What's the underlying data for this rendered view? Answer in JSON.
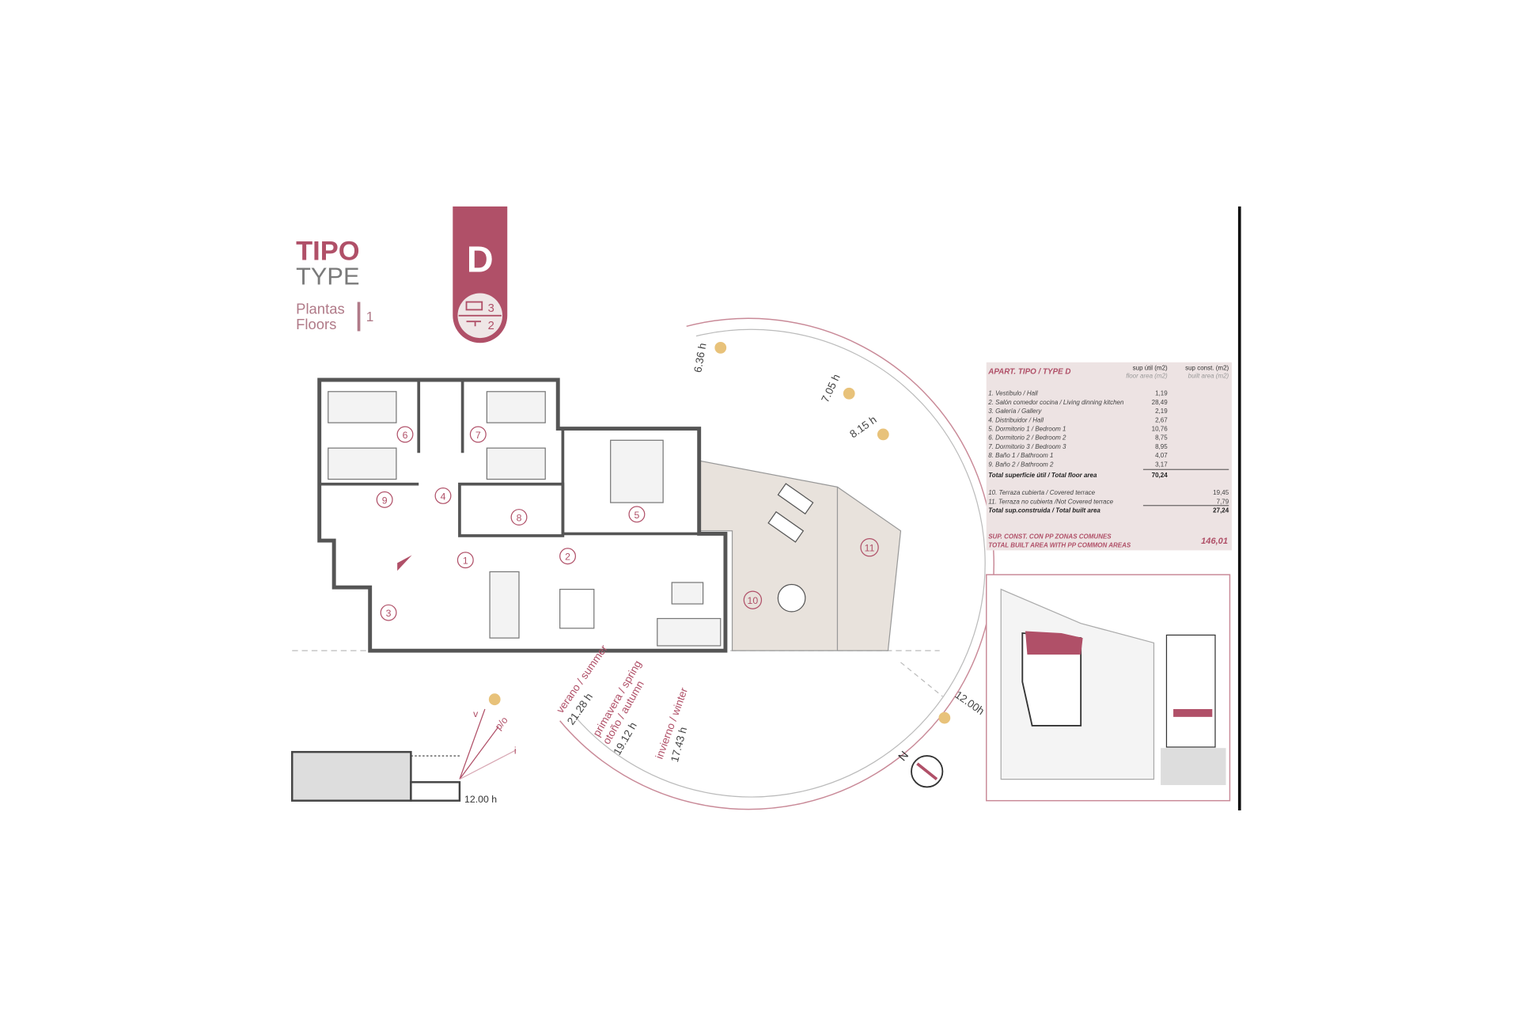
{
  "header": {
    "tipo": "TIPO",
    "type": "TYPE",
    "plantas": "Plantas",
    "floors": "Floors",
    "floor_count": "1"
  },
  "badge": {
    "letter": "D",
    "bedrooms": "3",
    "bathrooms": "2",
    "icons": [
      "bed-icon",
      "shower-icon"
    ]
  },
  "rooms": [
    "1",
    "2",
    "3",
    "4",
    "5",
    "6",
    "7",
    "8",
    "9",
    "10",
    "11"
  ],
  "sun": {
    "times": [
      "6.36 h",
      "7.05 h",
      "8.15 h",
      "12.00h"
    ],
    "summer_label": "verano / summer",
    "summer_time": "21.28 h",
    "spring_label": "primavera / spring",
    "autumn_label": "otoño / autumn",
    "spring_time": "19.12 h",
    "winter_label": "invierno / winter",
    "winter_time": "17.43 h",
    "section_time": "12.00 h",
    "v": "v",
    "po": "p/o",
    "i": "i",
    "north": "N"
  },
  "table": {
    "title": "APART. TIPO / TYPE D",
    "col1": "sup útil (m2)",
    "col1_sub": "floor area (m2)",
    "col2": "sup const. (m2)",
    "col2_sub": "built area (m2)",
    "rows": [
      {
        "label": "1. Vestíbulo / Hall",
        "value": "1,19"
      },
      {
        "label": "2. Salón comedor cocina / Living dinning kitchen",
        "value": "28,49"
      },
      {
        "label": "3. Galería / Gallery",
        "value": "2,19"
      },
      {
        "label": "4. Distribuidor / Hall",
        "value": "2,67"
      },
      {
        "label": "5. Dormitorio 1 / Bedroom 1",
        "value": "10,76"
      },
      {
        "label": "6. Dormitorio 2 / Bedroom 2",
        "value": "8,75"
      },
      {
        "label": "7. Dormitorio 3 / Bedroom 3",
        "value": "8,95"
      },
      {
        "label": "8. Baño 1 / Bathroom 1",
        "value": "4,07"
      },
      {
        "label": "9. Baño 2 / Bathroom 2",
        "value": "3,17"
      }
    ],
    "total_floor_label": "Total superficie útil / Total floor area",
    "total_floor": "70,24",
    "terraces": [
      {
        "label": "10. Terraza cubierta / Covered terrace",
        "value": "19,45"
      },
      {
        "label": "11. Terraza no cubierta /Not Covered terrace",
        "value": "7,79"
      }
    ],
    "total_built_label": "Total sup.construida / Total built area",
    "total_built": "27,24",
    "common_label_1": "SUP. CONST. CON PP ZONAS COMUNES",
    "common_label_2": "TOTAL BUILT AREA WITH PP COMMON AREAS",
    "common_value": "146,01"
  },
  "colors": {
    "accent": "#b05068",
    "gray": "#7a7a7a",
    "table_bg": "#ede3e3",
    "terrace": "#e8e2dc"
  }
}
